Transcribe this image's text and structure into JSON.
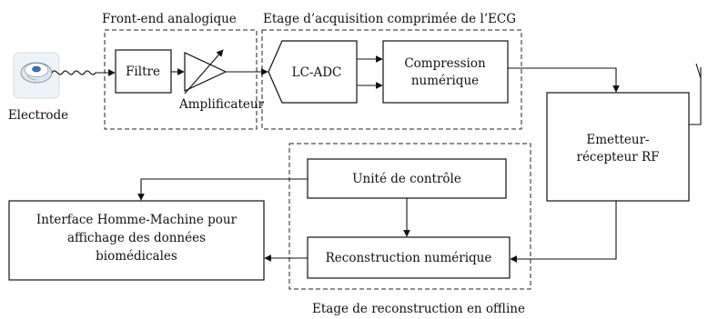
{
  "group_labels": {
    "frontend": "Front-end analogique",
    "acquisition": "Etage d’acquisition comprimée de l’ECG",
    "reconstruction": "Etage de reconstruction en offline"
  },
  "electrode": {
    "label": "Electrode"
  },
  "blocks": {
    "filtre": "Filtre",
    "amplificateur": "Amplificateur",
    "lcadc": "LC-ADC",
    "compression_1": "Compression",
    "compression_2": "numérique",
    "emetteur_1": "Emetteur-",
    "emetteur_2": "récepteur RF",
    "unite": "Unité de contrôle",
    "reconstruction": "Reconstruction numérique",
    "ihm_1": "Interface Homme-Machine pour",
    "ihm_2": "affichage des données",
    "ihm_3": "biomédicales"
  }
}
